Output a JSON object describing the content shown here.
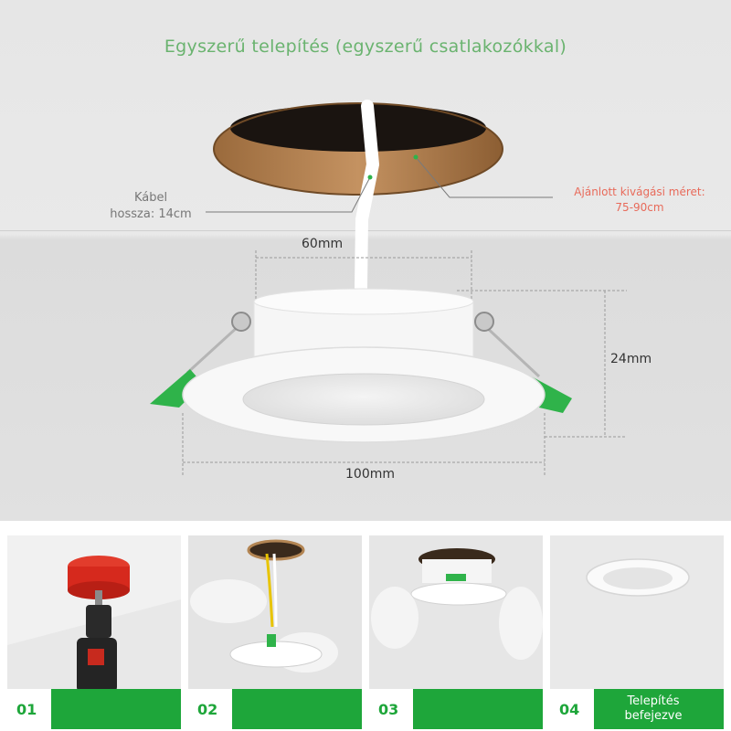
{
  "title": "Egyszerű telepítés (egyszerű csatlakozókkal)",
  "annotations": {
    "cable_length_line1": "Kábel",
    "cable_length_line2": "hossza: 14cm",
    "cutout_line1": "Ajánlott kivágási méret:",
    "cutout_line2": "75-90cm"
  },
  "dimensions": {
    "top_width": "60mm",
    "height": "24mm",
    "outer_diameter": "100mm"
  },
  "steps": [
    {
      "number": "01",
      "caption": "",
      "scene": "drilling-hole-with-hole-saw"
    },
    {
      "number": "02",
      "caption": "",
      "scene": "connecting-wires"
    },
    {
      "number": "03",
      "caption": "",
      "scene": "inserting-light-into-ceiling"
    },
    {
      "number": "04",
      "caption": "Telepítés befejezve",
      "scene": "installed-downlight"
    }
  ],
  "colors": {
    "title": "#6ab36f",
    "accent_green": "#1ea63a",
    "spring_clip": "#2fb34a",
    "cutout_label": "#e86a5a"
  }
}
